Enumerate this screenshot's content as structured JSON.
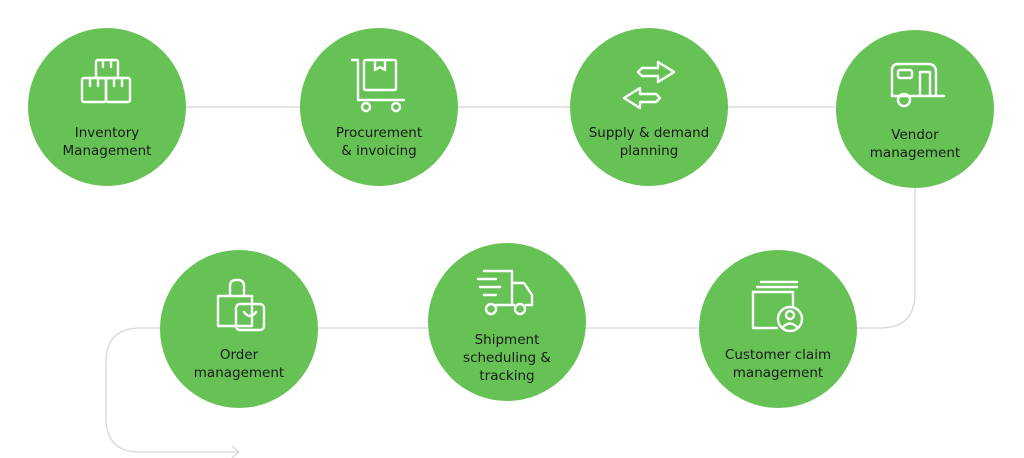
{
  "colors": {
    "node_fill": "#66c255",
    "connector": "#d7d7d7",
    "label_text": "#1a1a1a",
    "icon_stroke": "#ffffff"
  },
  "nodes": [
    {
      "id": "inventory",
      "icon": "boxes-icon",
      "lines": [
        "Inventory",
        "Management"
      ]
    },
    {
      "id": "procurement",
      "icon": "cart-with-box-icon",
      "lines": [
        "Procurement",
        "& invoicing"
      ]
    },
    {
      "id": "supply",
      "icon": "swap-arrows-icon",
      "lines": [
        "Supply & demand",
        "planning"
      ]
    },
    {
      "id": "vendor",
      "icon": "trailer-icon",
      "lines": [
        "Vendor",
        "management"
      ]
    },
    {
      "id": "claim",
      "icon": "claim-folder-user-icon",
      "lines": [
        "Customer claim",
        "management"
      ]
    },
    {
      "id": "shipment",
      "icon": "delivery-truck-icon",
      "lines": [
        "Shipment",
        "scheduling &",
        "tracking"
      ]
    },
    {
      "id": "order",
      "icon": "shopping-bag-icon",
      "lines": [
        "Order",
        "management"
      ]
    }
  ]
}
